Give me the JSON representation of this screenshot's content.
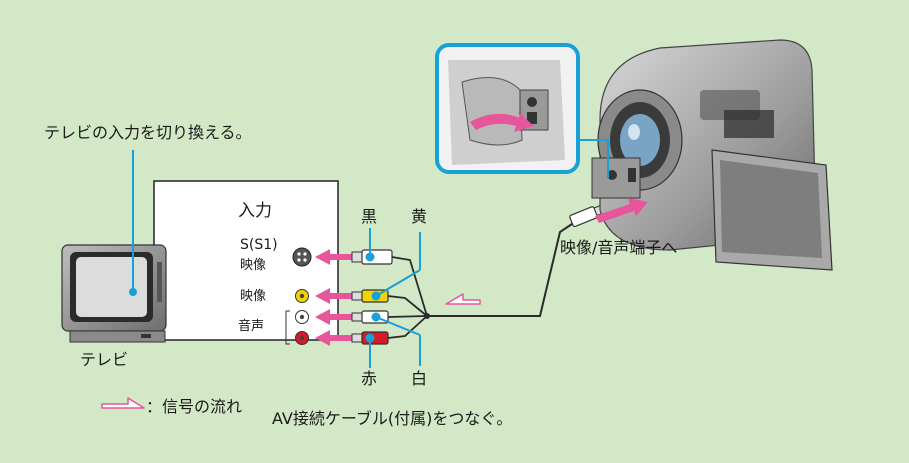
{
  "labels": {
    "tv_instruction": "テレビの入力を切り換える。",
    "tv_name": "テレビ",
    "input_title": "入力",
    "s_terminal": "S(S1)",
    "s_video": "映像",
    "video": "映像",
    "audio": "音声",
    "black": "黒",
    "yellow": "黄",
    "red": "赤",
    "white": "白",
    "camera_jack": "映像/音声端子へ",
    "legend_text": "：信号の流れ",
    "connect_instruction": "AV接続ケーブル(付属)をつなぐ。"
  },
  "colors": {
    "background": "#d3e8c6",
    "callout_line": "#18a0d8",
    "signal_arrow": "#e8559a",
    "cable": "#2a2a2a",
    "jack_yellow": "#f2d400",
    "jack_red": "#d61a2a",
    "jack_white": "#ffffff"
  }
}
